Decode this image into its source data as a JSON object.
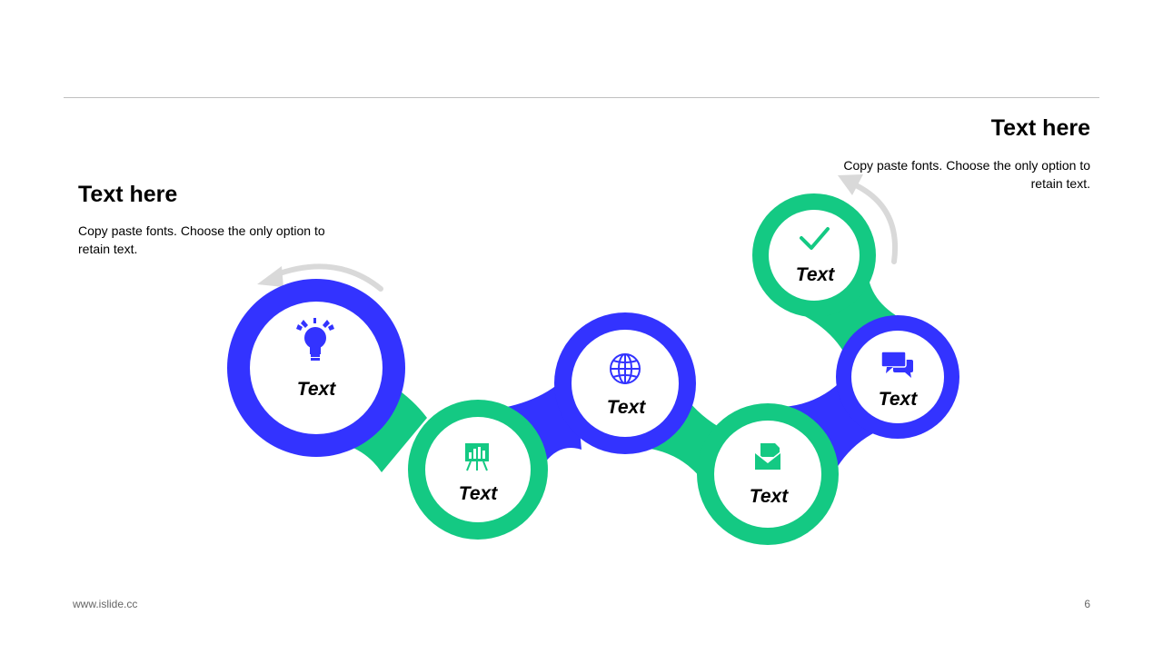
{
  "left_block": {
    "title": "Text here",
    "description": "Copy paste fonts. Choose the only option to retain text."
  },
  "right_block": {
    "title": "Text here",
    "description": "Copy paste fonts. Choose the only option to retain text."
  },
  "footer": {
    "url": "www.islide.cc",
    "page_number": "6"
  },
  "colors": {
    "blue": "#3333ff",
    "green": "#14c983",
    "arrow_gray": "#d9d9d9"
  },
  "nodes": [
    {
      "label": "Text",
      "icon": "lightbulb-icon",
      "color": "blue"
    },
    {
      "label": "Text",
      "icon": "presentation-board-icon",
      "color": "green"
    },
    {
      "label": "Text",
      "icon": "globe-icon",
      "color": "blue"
    },
    {
      "label": "Text",
      "icon": "envelope-icon",
      "color": "green"
    },
    {
      "label": "Text",
      "icon": "chat-bubbles-icon",
      "color": "blue"
    },
    {
      "label": "Text",
      "icon": "checkmark-icon",
      "color": "green"
    }
  ]
}
